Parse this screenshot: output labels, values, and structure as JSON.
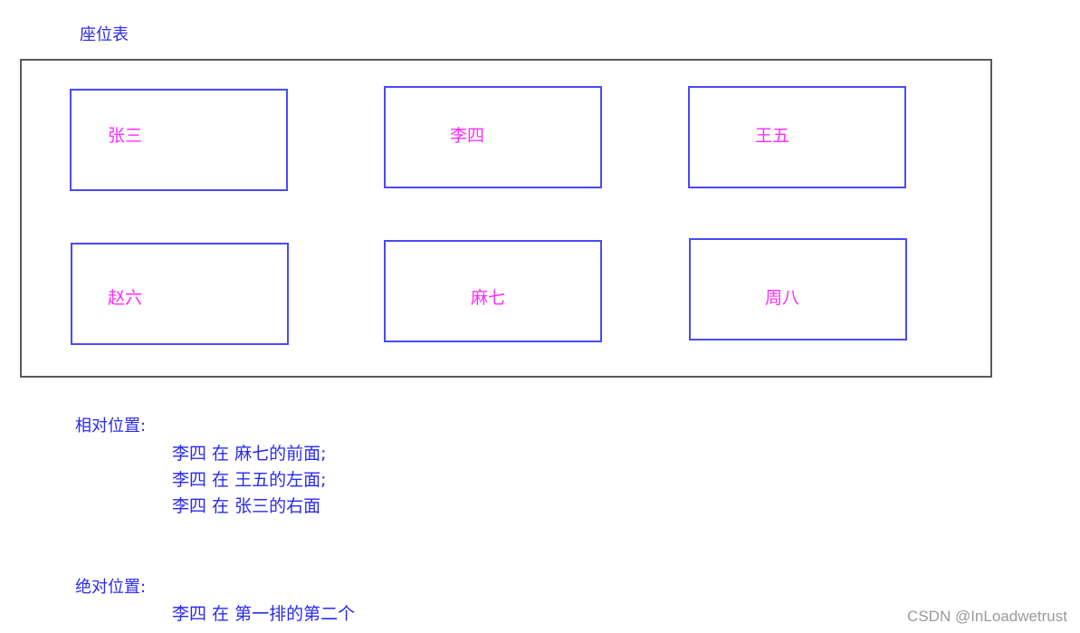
{
  "title": "座位表",
  "seats": [
    {
      "name": "张三",
      "row": 1,
      "col": 1
    },
    {
      "name": "李四",
      "row": 1,
      "col": 2
    },
    {
      "name": "王五",
      "row": 1,
      "col": 3
    },
    {
      "name": "赵六",
      "row": 2,
      "col": 1
    },
    {
      "name": "麻七",
      "row": 2,
      "col": 2
    },
    {
      "name": "周八",
      "row": 2,
      "col": 3
    }
  ],
  "relative": {
    "label": "相对位置:",
    "lines": [
      "李四 在 麻七的前面;",
      "李四 在 王五的左面;",
      "李四 在 张三的右面"
    ]
  },
  "absolute": {
    "label": "绝对位置:",
    "lines": [
      "李四 在 第一排的第二个"
    ]
  },
  "watermark": "CSDN @InLoadwetrust",
  "colors": {
    "title_text": "#2a2af0",
    "seat_border": "#4a4af5",
    "seat_text": "#ff2bff",
    "room_border": "#5a5a5a"
  }
}
